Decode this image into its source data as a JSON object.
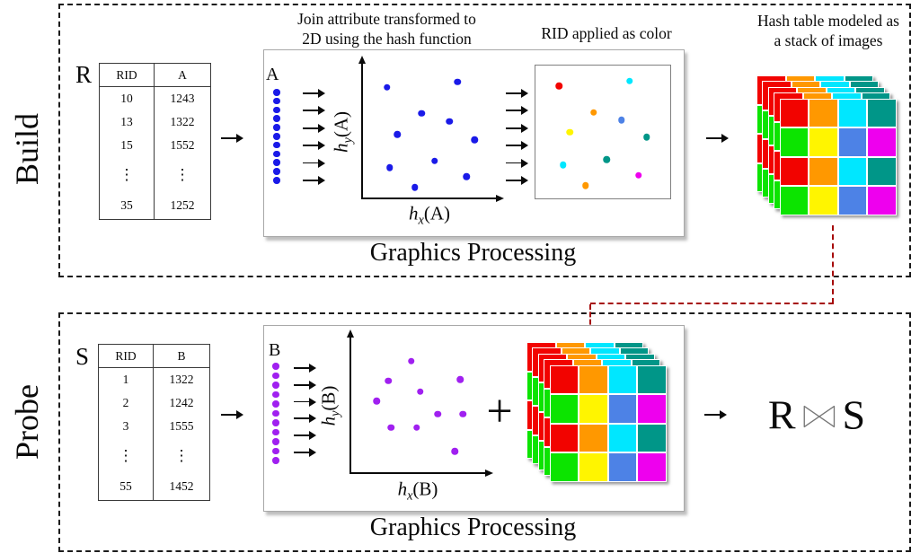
{
  "build": {
    "label": "Build",
    "row_label": "A",
    "caption": "Graphics Processing",
    "title_line1": "Join attribute transformed to",
    "title_line2": "2D using the hash function",
    "rid_title": "RID applied as color",
    "stack_title_line1": "Hash table modeled as",
    "stack_title_line2": "a stack of images"
  },
  "probe": {
    "label": "Probe",
    "row_label": "B",
    "caption": "Graphics Processing",
    "plus": "+",
    "result_left": "R",
    "join_symbol": "⋈",
    "result_right": "S"
  },
  "tables": {
    "r": {
      "name": "R",
      "headers": [
        "RID",
        "A"
      ],
      "rows": [
        [
          "10",
          "1243"
        ],
        [
          "13",
          "1322"
        ],
        [
          "15",
          "1552"
        ],
        [
          "⋮",
          "⋮"
        ],
        [
          "35",
          "1252"
        ]
      ]
    },
    "s": {
      "name": "S",
      "headers": [
        "RID",
        "B"
      ],
      "rows": [
        [
          "1",
          "1322"
        ],
        [
          "2",
          "1242"
        ],
        [
          "3",
          "1555"
        ],
        [
          "⋮",
          "⋮"
        ],
        [
          "55",
          "1452"
        ]
      ]
    }
  },
  "axes": {
    "a": {
      "base": "h",
      "xsub": "x",
      "ysub": "y",
      "arg": "(A)"
    },
    "b": {
      "base": "h",
      "xsub": "x",
      "ysub": "y",
      "arg": "(B)"
    }
  },
  "streams": {
    "dot_count": 11,
    "arrow_rows": 6
  },
  "palette": {
    "red": "#f20300",
    "orange": "#ff9800",
    "cyan": "#00e7ff",
    "teal": "#009688",
    "green": "#0ce400",
    "yellow": "#fff500",
    "blue": "#4d82e6",
    "magenta": "#ee00ee",
    "point_blue": "#1a1ae8",
    "point_purple": "#a020f0",
    "connector_red": "#a50808"
  },
  "chart_data": [
    {
      "type": "scatter",
      "id": "hash-a",
      "title": "Join attribute transformed to 2D using the hash function",
      "xlabel": "hx(A)",
      "ylabel": "hy(A)",
      "axis_range_pct": [
        0,
        100
      ],
      "point_color": "#1a1ae8",
      "points_pct": [
        [
          18,
          83
        ],
        [
          71,
          87
        ],
        [
          44,
          63
        ],
        [
          65,
          57
        ],
        [
          26,
          47
        ],
        [
          84,
          43
        ],
        [
          54,
          27
        ],
        [
          20,
          22
        ],
        [
          78,
          15
        ],
        [
          39,
          7
        ]
      ]
    },
    {
      "type": "scatter",
      "id": "rid-color",
      "title": "RID applied as color",
      "xlabel": "",
      "ylabel": "",
      "axis_range_pct": [
        0,
        100
      ],
      "point_colors": [
        "red",
        "cyan",
        "orange",
        "blue",
        "yellow",
        "teal",
        "teal",
        "cyan",
        "magenta",
        "orange"
      ],
      "points_pct": [
        [
          17,
          85
        ],
        [
          70,
          89
        ],
        [
          43,
          65
        ],
        [
          64,
          59
        ],
        [
          25,
          50
        ],
        [
          83,
          46
        ],
        [
          53,
          29
        ],
        [
          20,
          25
        ],
        [
          77,
          17
        ],
        [
          37,
          9
        ]
      ]
    },
    {
      "type": "scatter",
      "id": "hash-b",
      "title": "",
      "xlabel": "hx(B)",
      "ylabel": "hy(B)",
      "axis_range_pct": [
        0,
        100
      ],
      "point_color": "#a020f0",
      "points_pct": [
        [
          45,
          83
        ],
        [
          28,
          68
        ],
        [
          82,
          69
        ],
        [
          52,
          60
        ],
        [
          19,
          53
        ],
        [
          65,
          43
        ],
        [
          84,
          43
        ],
        [
          30,
          33
        ],
        [
          49,
          33
        ],
        [
          78,
          15
        ]
      ]
    }
  ],
  "hash_stack": {
    "layers": 5,
    "rows": 4,
    "cols": 4,
    "grid": [
      [
        "red",
        "orange",
        "cyan",
        "teal"
      ],
      [
        "green",
        "yellow",
        "blue",
        "magenta"
      ],
      [
        "red",
        "orange",
        "cyan",
        "teal"
      ],
      [
        "green",
        "yellow",
        "blue",
        "magenta"
      ]
    ]
  }
}
